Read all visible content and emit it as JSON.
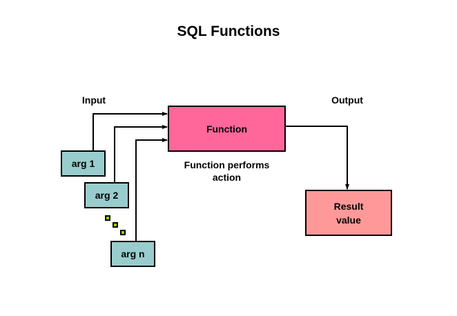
{
  "title": "SQL Functions",
  "labels": {
    "input": "Input",
    "output": "Output",
    "function_caption_line1": "Function performs",
    "function_caption_line2": "action"
  },
  "nodes": {
    "arg1": "arg 1",
    "arg2": "arg 2",
    "argn": "arg n",
    "function": "Function",
    "result_line1": "Result",
    "result_line2": "value"
  },
  "colors": {
    "arg_fill": "#99CCCC",
    "function_fill": "#FF6699",
    "result_fill": "#FF9999",
    "ellipsis_fill": "#99CC00"
  },
  "edges": [
    {
      "from": "arg 1",
      "to": "Function"
    },
    {
      "from": "arg 2",
      "to": "Function"
    },
    {
      "from": "arg n",
      "to": "Function"
    },
    {
      "from": "Function",
      "to": "Result value"
    }
  ]
}
